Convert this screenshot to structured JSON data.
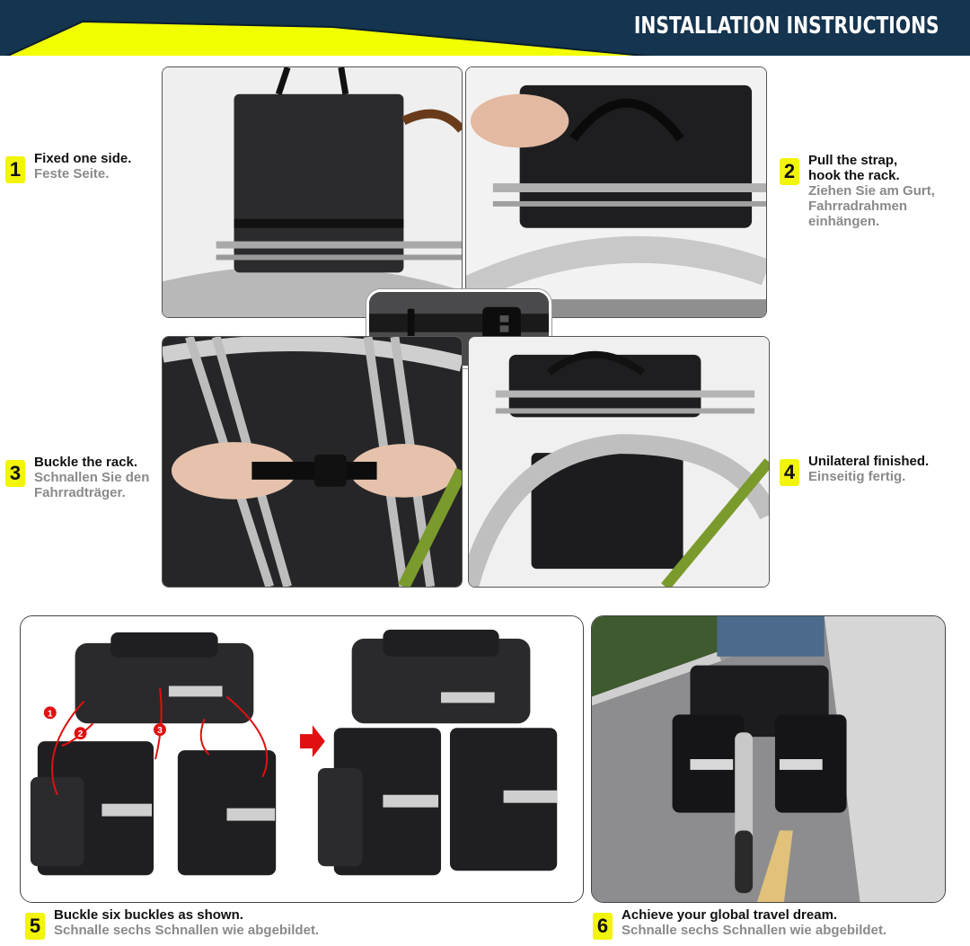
{
  "header": {
    "title": "INSTALLATION INSTRUCTIONS",
    "colors": {
      "navy": "#14344f",
      "yellow": "#f2ff00"
    }
  },
  "steps": [
    {
      "number": "1",
      "en": "Fixed one side.",
      "de": "Feste Seite."
    },
    {
      "number": "2",
      "en": "Pull the strap,\nhook the rack.",
      "de": "Ziehen Sie am Gurt,\nFahrradrahmen\neinhängen."
    },
    {
      "number": "3",
      "en": "Buckle the rack.",
      "de": "Schnallen Sie den\nFahrradträger."
    },
    {
      "number": "4",
      "en": "Unilateral finished.",
      "de": "Einseitig fertig."
    },
    {
      "number": "5",
      "en": "Buckle six buckles as shown.",
      "de": "Schnalle sechs Schnallen wie abgebildet."
    },
    {
      "number": "6",
      "en": "Achieve your global travel dream.",
      "de": "Schnalle sechs Schnallen wie abgebildet."
    }
  ],
  "photos": {
    "p1": "pannier-bag-hooked-on-rack",
    "p2": "hands-pulling-strap-on-rack",
    "p3": "hands-buckling-strap-behind-spokes",
    "p4": "pannier-mounted-on-bicycle",
    "inset": "strap-buckle-closeup",
    "p5": "three-bag-assembly-diagram",
    "p6": "cyclist-riding-with-panniers"
  },
  "diagram_markers": [
    "1",
    "2",
    "3"
  ],
  "accent_colors": {
    "badge": "#f2f40a",
    "arrow": "#e01010"
  }
}
